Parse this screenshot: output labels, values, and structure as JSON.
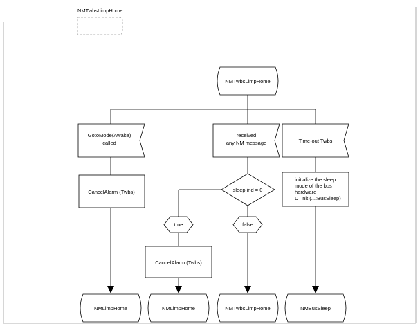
{
  "header": {
    "title": "NMTwbsLimpHome"
  },
  "start_state": {
    "label": "NMTwbsLimpHome"
  },
  "inputs": {
    "goto_mode": {
      "line1": "GotoMode(Awake)",
      "line2": "called"
    },
    "received": {
      "line1": "received",
      "line2": "any NM message"
    },
    "timeout": {
      "label": "Time-out Twbs"
    }
  },
  "tasks": {
    "cancel_alarm_left": {
      "label": "CancelAlarm (Twbs)"
    },
    "cancel_alarm_mid": {
      "label": "CancelAlarm (Twbs)"
    },
    "init_sleep": {
      "line1": "initialize the sleep",
      "line2": "mode of the bus",
      "line3": "hardware",
      "line4": "D_init (...:BusSleep)"
    }
  },
  "decision": {
    "question": "sleep.ind = 0",
    "answer_true": "true",
    "answer_false": "false"
  },
  "end_states": {
    "limp_home_1": "NMLimpHome",
    "limp_home_2": "NMLimpHome",
    "twbs_limp_home": "NMTwbsLimpHome",
    "bus_sleep": "NMBusSleep"
  }
}
